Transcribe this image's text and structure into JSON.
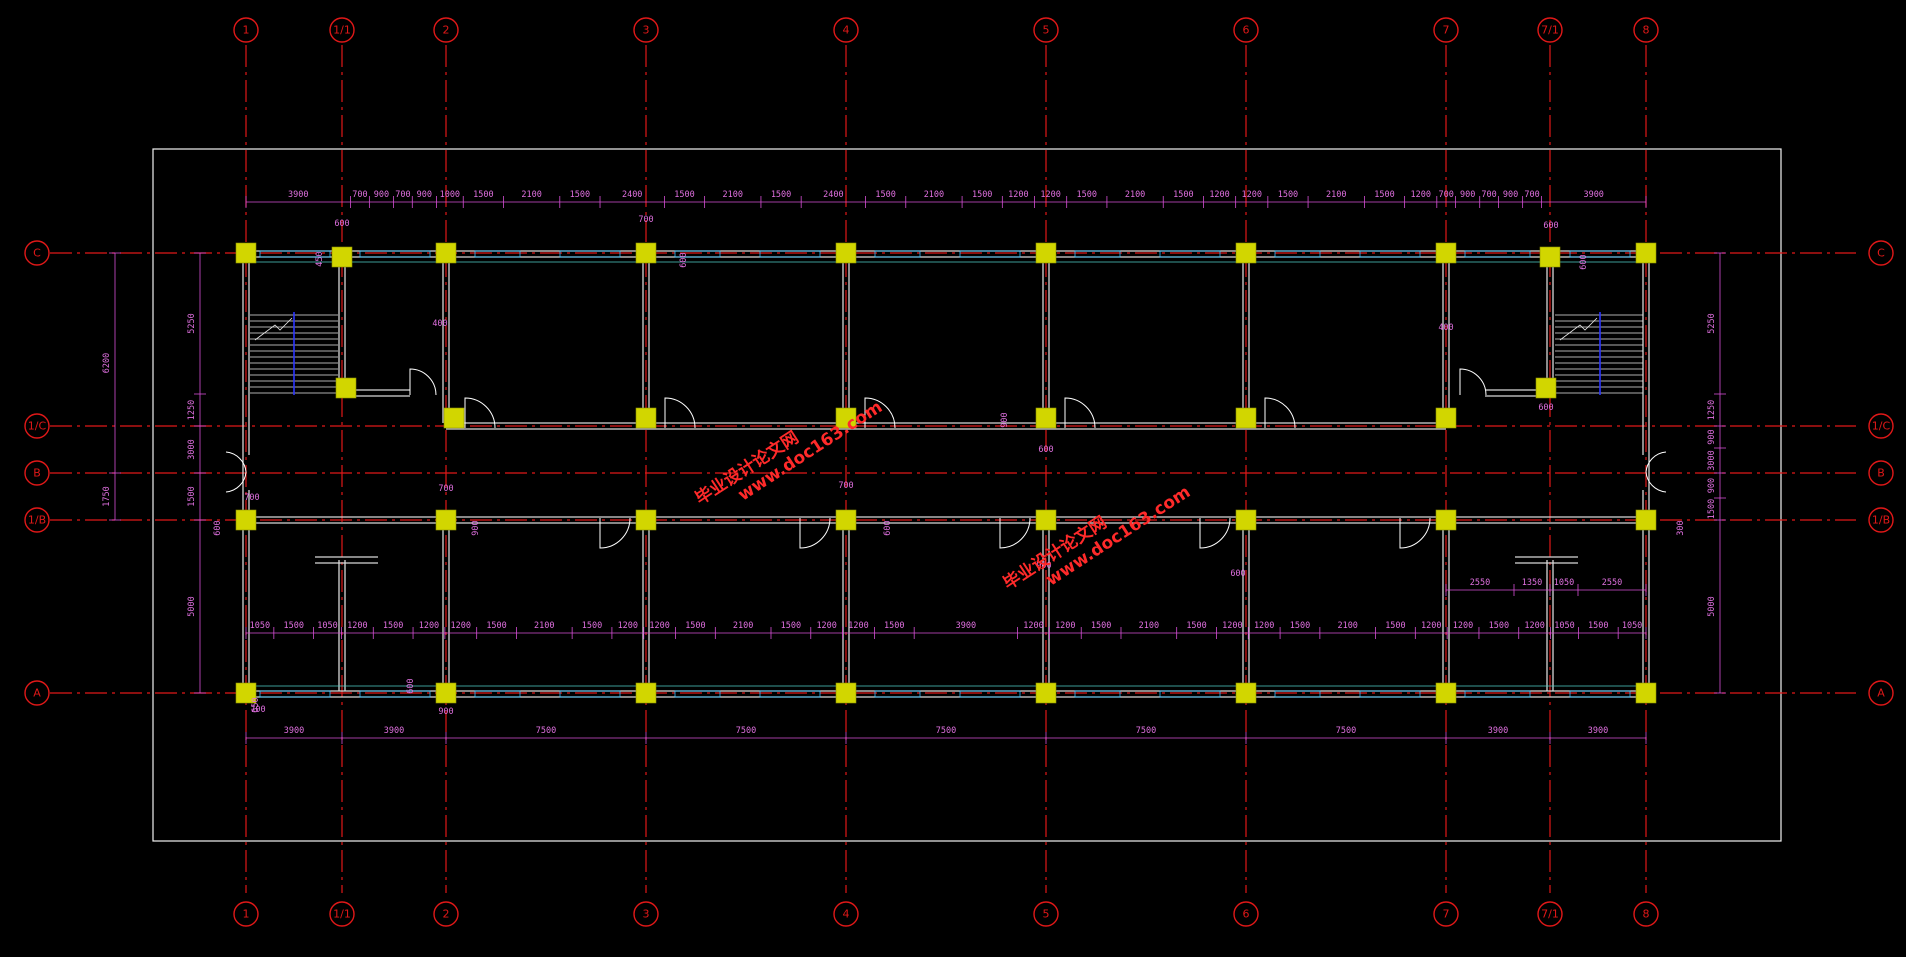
{
  "drawing": {
    "colors": {
      "background": "#000000",
      "axis": "#e01818",
      "dimension": "#d64fd6",
      "column": "#d2d600",
      "wall": "#d8d8d8",
      "window": "#33c0ff",
      "watermark": "#ff2a2a"
    },
    "grid_labels_vertical": [
      "1",
      "1/1",
      "2",
      "3",
      "4",
      "5",
      "6",
      "7",
      "7/1",
      "8"
    ],
    "grid_labels_horizontal": [
      "C",
      "1/C",
      "B",
      "1/B",
      "A"
    ],
    "dims_top": [
      "3900",
      "700",
      "900",
      "700",
      "900",
      "1000",
      "1500",
      "2100",
      "1500",
      "2400",
      "1500",
      "2100",
      "1500",
      "2400",
      "1500",
      "2100",
      "1500",
      "1200",
      "1200",
      "1500",
      "2100",
      "1500",
      "1200",
      "1200",
      "1500",
      "2100",
      "1500",
      "1200",
      "700",
      "900",
      "700",
      "900",
      "700",
      "3900"
    ],
    "dims_bottom_inner": [
      "1050",
      "1500",
      "1050",
      "1200",
      "1500",
      "1200",
      "1200",
      "1500",
      "2100",
      "1500",
      "1200",
      "1200",
      "1500",
      "2100",
      "1500",
      "1200",
      "1200",
      "1500",
      "3900",
      "1200",
      "1200",
      "1500",
      "2100",
      "1500",
      "1200",
      "1200",
      "1500",
      "2100",
      "1500",
      "1200",
      "1200",
      "1500",
      "1200",
      "1050",
      "1500",
      "1050"
    ],
    "dims_bottom_overall": [
      "3900",
      "3900",
      "7500",
      "7500",
      "7500",
      "7500",
      "7500",
      "3900",
      "3900"
    ],
    "dims_left_outer": [
      "6200",
      "1750"
    ],
    "dims_left_inner": [
      "5250",
      "1250",
      "3000",
      "1500",
      "5000"
    ],
    "dims_right": [
      "5250",
      "1250",
      "900",
      "3000",
      "900",
      "1500",
      "5000"
    ],
    "dims_right_stair_room": [
      "2550",
      "1350",
      "1050",
      "2550"
    ],
    "small_dims": [
      "600",
      "450",
      "400",
      "700",
      "600",
      "400",
      "600",
      "600",
      "700",
      "600",
      "700",
      "900",
      "700",
      "600",
      "600",
      "900",
      "900",
      "600",
      "650",
      "700",
      "900",
      "600",
      "300",
      "600"
    ],
    "watermark": {
      "line1": "毕业设计论文网",
      "line2": "www.doc163.com"
    }
  }
}
